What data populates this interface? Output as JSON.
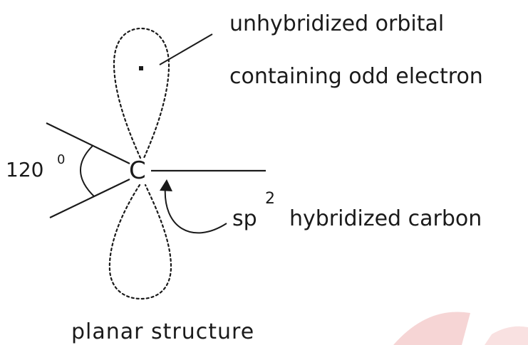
{
  "labels": {
    "orbital_line1": "unhybridized orbital",
    "orbital_line2": "containing odd electron",
    "angle_value": "120",
    "angle_unit": "0",
    "carbon_atom": "C",
    "sp_prefix": "sp",
    "sp_superscript": "2",
    "sp_suffix": "hybridized carbon",
    "caption": "planar structure"
  },
  "colors": {
    "ink": "#1a1a1a",
    "watermark": "#f6d5d5"
  }
}
